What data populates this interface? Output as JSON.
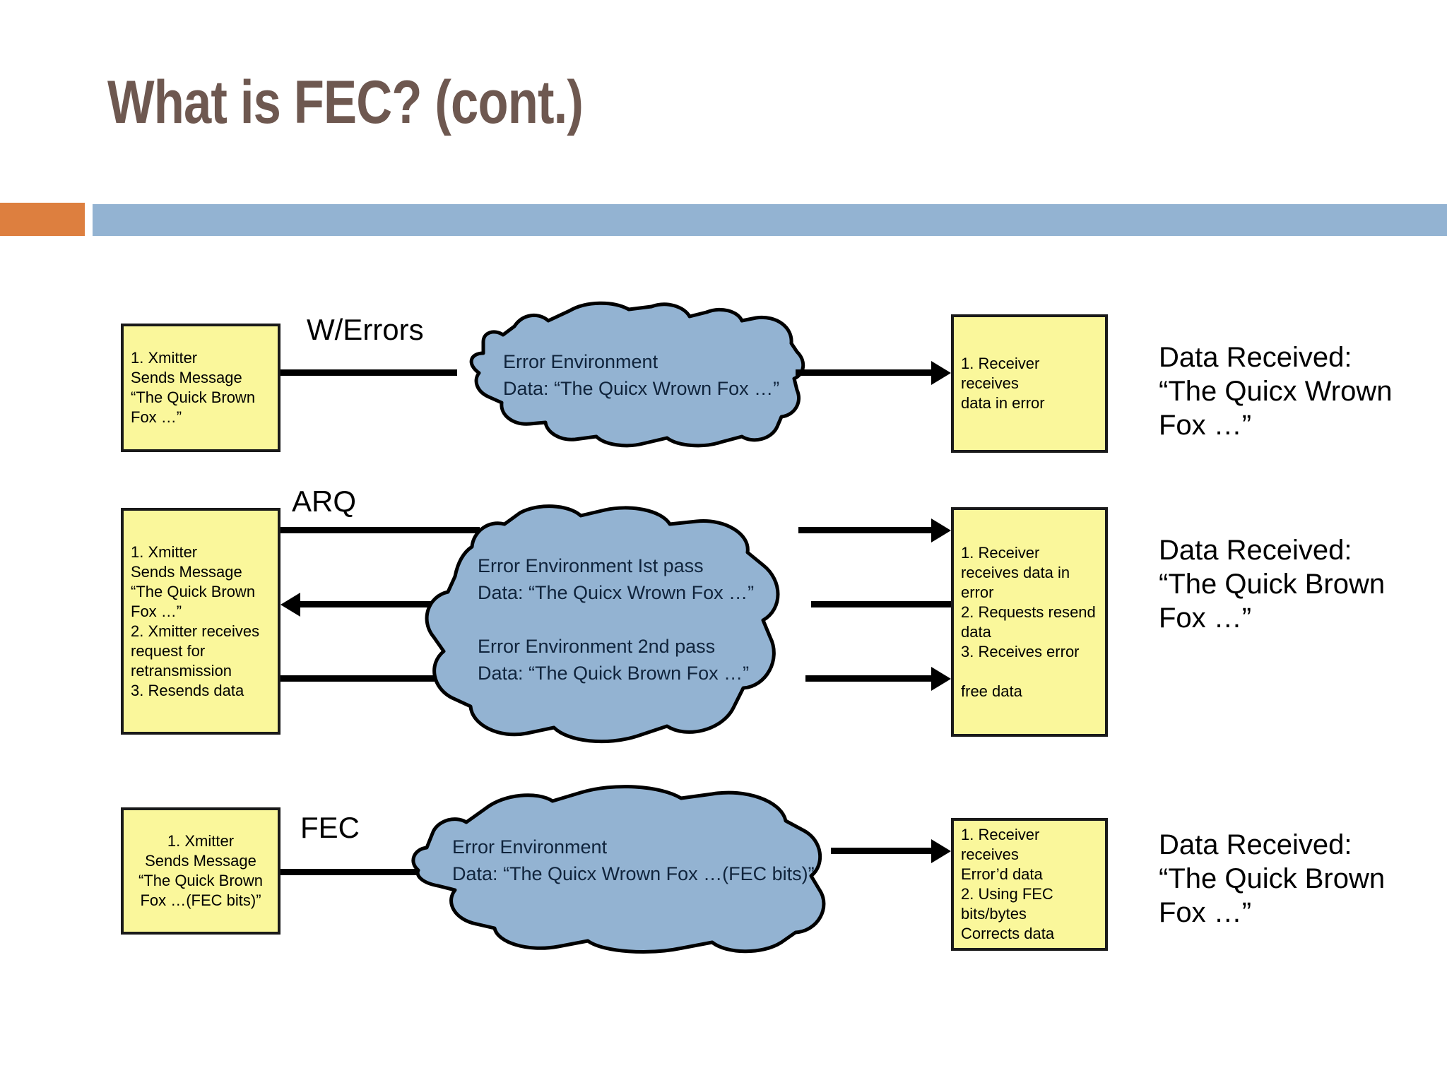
{
  "slide": {
    "title": "What is FEC? (cont.)",
    "accent_orange": "#DD7F3F",
    "header_blue": "#93B3D2",
    "title_color": "#6E5850",
    "box_fill": "#FAF79B",
    "cloud_fill": "#93B3D2"
  },
  "rows": [
    {
      "label": "W/Errors",
      "transmitter": "1. Xmitter\nSends Message\n“The Quick Brown\nFox …”",
      "cloud": "Error Environment\nData: “The Quicx Wrown Fox …”",
      "receiver": "1. Receiver\nreceives\ndata in error",
      "received": "Data Received:\n“The Quicx Wrown\nFox …”"
    },
    {
      "label": "ARQ",
      "transmitter": "1. Xmitter\nSends Message\n“The Quick Brown\nFox …”\n2. Xmitter receives\nrequest for\n retransmission\n3. Resends data",
      "cloud": "Error Environment Ist pass\nData: “The Quicx Wrown Fox …”\n\nError Environment 2nd pass\nData: “The Quick Brown Fox …”",
      "receiver": "1. Receiver\nreceives data in\nerror\n2. Requests resend\ndata\n3. Receives error\n\nfree data",
      "received": "Data Received:\n“The Quick Brown\nFox …”"
    },
    {
      "label": "FEC",
      "transmitter": "1. Xmitter\nSends Message\n“The Quick Brown\nFox …(FEC bits)”",
      "cloud": "Error Environment\nData: “The Quicx Wrown Fox …(FEC bits)”",
      "receiver": "1. Receiver receives\n Error’d data\n2. Using FEC\n bits/bytes\nCorrects data",
      "received": "Data Received:\n“The Quick Brown\nFox …”"
    }
  ]
}
